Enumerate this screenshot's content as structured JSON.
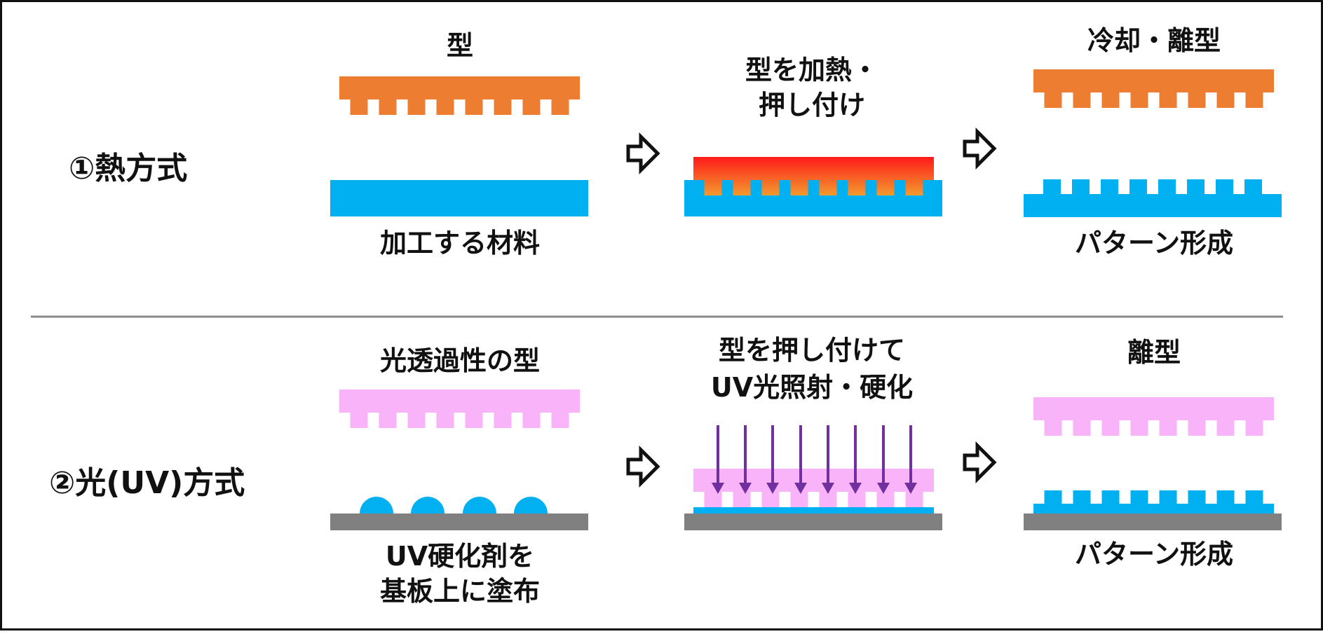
{
  "colors": {
    "mold": "#ED7D31",
    "material": "#00B0F0",
    "uv_mold": "#F9B3F9",
    "substrate": "#808080",
    "uv_arrow": "#7030A0",
    "heat_top": "#FF1A1A",
    "heat_bottom": "#F39A2E",
    "divider": "#888888",
    "border": "#111111"
  },
  "thermal": {
    "method_label": "①熱方式",
    "step1": {
      "mold_label": "型",
      "material_label": "加工する材料"
    },
    "step2": {
      "label_line1": "型を加熱・",
      "label_line2": "押し付け"
    },
    "step3": {
      "top_label": "冷却・離型",
      "bottom_label": "パターン形成"
    }
  },
  "uv": {
    "method_label": "②光(UV)方式",
    "step1": {
      "mold_label": "光透過性の型",
      "material_line1": "UV硬化剤を",
      "material_line2": "基板上に塗布"
    },
    "step2": {
      "label_line1": "型を押し付けて",
      "label_line2": "UV光照射・硬化"
    },
    "step3": {
      "top_label": "離型",
      "bottom_label": "パターン形成"
    }
  },
  "icons": {
    "process_arrow": "right-arrow-outline-icon",
    "uv_ray": "down-arrow-icon"
  }
}
